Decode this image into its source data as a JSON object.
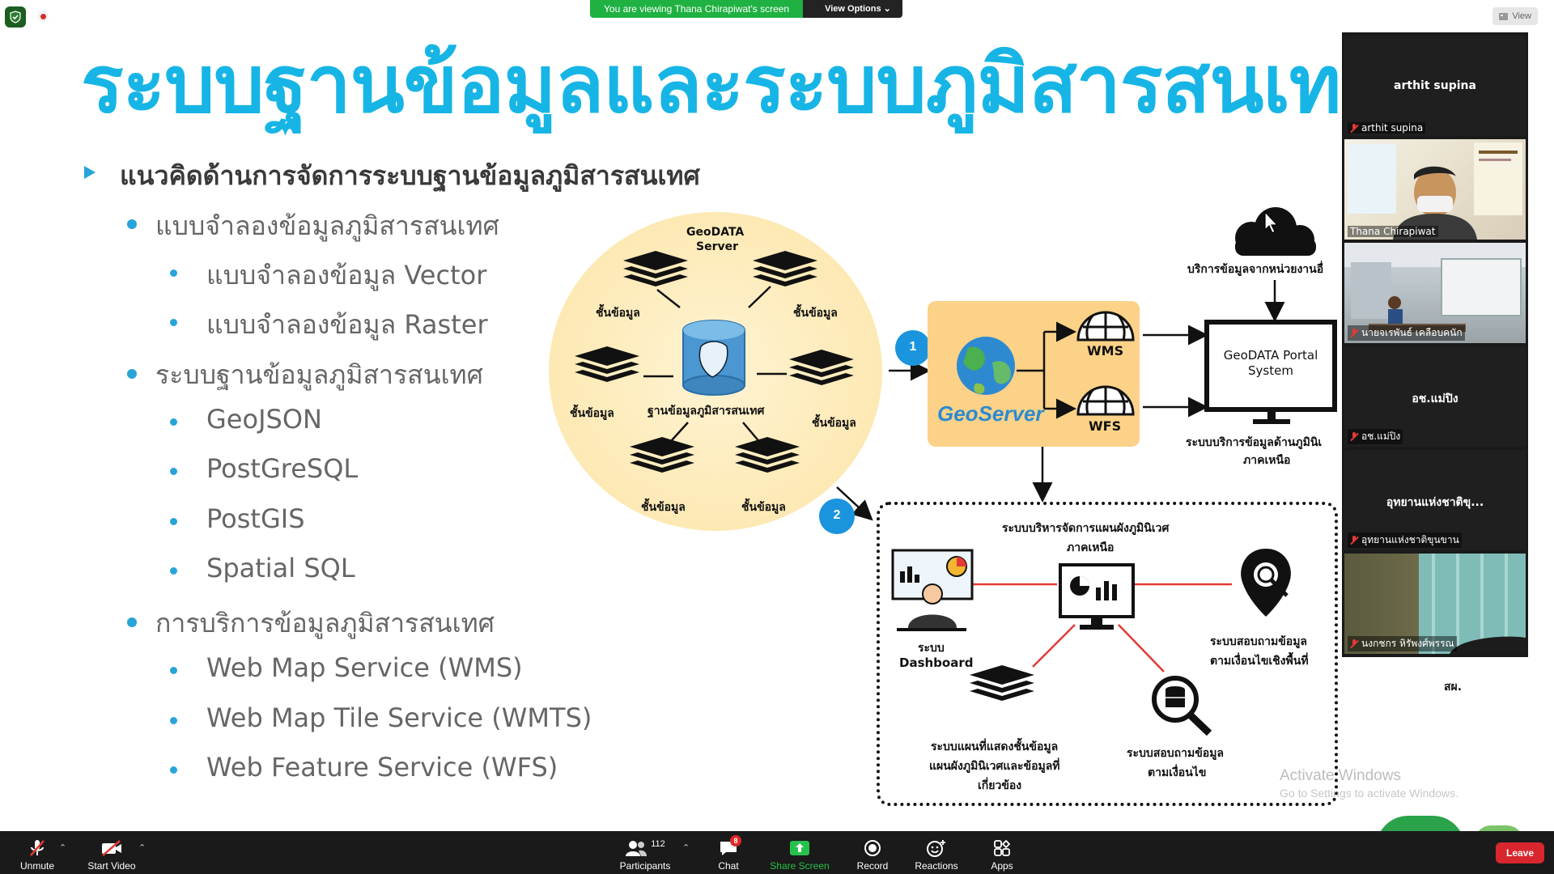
{
  "banner": {
    "viewing": "You are viewing Thana Chirapiwat's screen",
    "view_options": "View Options ⌄",
    "view": "View"
  },
  "slide": {
    "title": "ระบบฐานข้อมูลและระบบภูมิสารสนเทศ",
    "bullets": {
      "b1": "แนวคิดด้านการจัดการระบบฐานข้อมูลภูมิสารสนเทศ",
      "b2": "แบบจำลองข้อมูลภูมิสารสนเทศ",
      "b3": "แบบจำลองข้อมูล Vector",
      "b4": "แบบจำลองข้อมูล Raster",
      "b5": "ระบบฐานข้อมูลภูมิสารสนเทศ",
      "b6": "GeoJSON",
      "b7": "PostGreSQL",
      "b8": "PostGIS",
      "b9": "Spatial SQL",
      "b10": "การบริการข้อมูลภูมิสารสนเทศ",
      "b11": "Web Map Service (WMS)",
      "b12": "Web Map Tile Service (WMTS)",
      "b13": "Web Feature Service (WFS)"
    },
    "diagram": {
      "server_title1": "GeoDATA",
      "server_title2": "Server",
      "layer": "ชั้นข้อมูล",
      "db": "ฐานข้อมูลภูมิสารสนเทศ",
      "n1": "1",
      "n2": "2",
      "geoserver": "GeoServer",
      "wms": "WMS",
      "wfs": "WFS",
      "cloud_text": "บริการข้อมูลจากหน่วยงานอื่",
      "portal1": "GeoDATA Portal",
      "portal2": "System",
      "portal_sub1": "ระบบบริการข้อมูลด้านภูมินิเ",
      "portal_sub2": "ภาคเหนือ",
      "mgmt1": "ระบบบริหารจัดการแผนผังภูมินิเวศ",
      "mgmt2": "ภาคเหนือ",
      "dash1": "ระบบ",
      "dash2": "Dashboard",
      "q1a": "ระบบสอบถามข้อมูล",
      "q1b": "ตามเงื่อนไขเชิงพื้นที่",
      "map1": "ระบบแผนที่แสดงชั้นข้อมูล",
      "map2": "แผนผังภูมินิเวศและข้อมูลที่",
      "map3": "เกี่ยวข้อง",
      "q2a": "ระบบสอบถามข้อมูล",
      "q2b": "ตามเงื่อนไข"
    },
    "behind_panel": "สผ."
  },
  "participants": {
    "t1_center": "arthit supina",
    "t1_tag": "arthit supina",
    "t2_tag": "Thana Chirapiwat",
    "t3_tag": "นายจเรพันธ์ เคลือบคนัก",
    "t4_center": "อช.แม่ปิง",
    "t4_tag": "อช.แม่ปิง",
    "t5_center": "อุทยานแห่งชาติขุ...",
    "t5_tag": "อุทยานแห่งชาติขุนขาน",
    "t6_tag": "นงกชกร หิรัพงศ์พรรณ"
  },
  "watermark": {
    "line1": "Activate Windows",
    "line2": "Go to Settings to activate Windows."
  },
  "toolbar": {
    "unmute": "Unmute",
    "start_video": "Start Video",
    "participants": "Participants",
    "participants_count": "112",
    "chat": "Chat",
    "chat_badge": "8",
    "share": "Share Screen",
    "record": "Record",
    "reactions": "Reactions",
    "apps": "Apps",
    "leave": "Leave"
  },
  "colors": {
    "title": "#17b5e6",
    "share_green": "#1fb141",
    "leave_red": "#d8262e"
  }
}
